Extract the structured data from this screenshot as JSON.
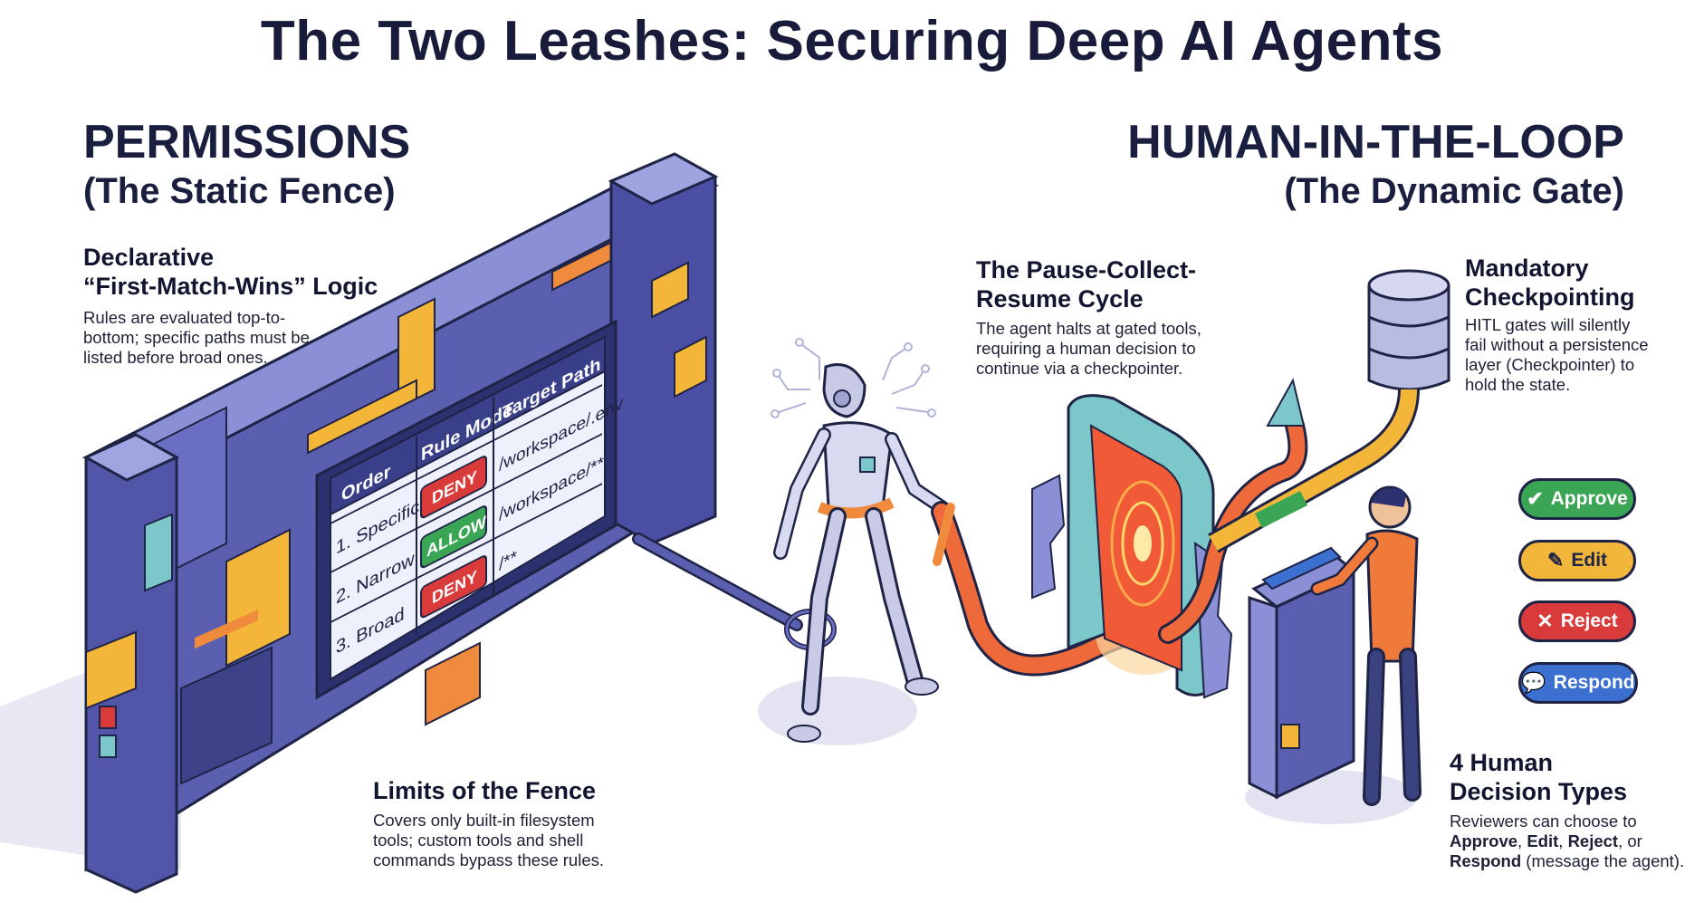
{
  "title": "The Two Leashes: Securing Deep AI Agents",
  "permissions": {
    "heading": "PERMISSIONS",
    "subheading": "(The Static Fence)",
    "declarative": {
      "title_line1": "Declarative",
      "title_line2": "“First-Match-Wins” Logic",
      "body": [
        "Rules are evaluated top-to-",
        "bottom; specific paths must be",
        "listed before broad ones."
      ]
    },
    "limits": {
      "title": "Limits of the Fence",
      "body": [
        "Covers only built-in filesystem",
        "tools; custom tools and shell",
        "commands bypass these rules."
      ]
    },
    "table": {
      "headers": [
        "Order",
        "Rule Mode",
        "Target Path"
      ],
      "rows": [
        {
          "order": "1. Specific",
          "mode": "DENY",
          "path": "/workspace/.env"
        },
        {
          "order": "2. Narrow",
          "mode": "ALLOW",
          "path": "/workspace/**"
        },
        {
          "order": "3. Broad",
          "mode": "DENY",
          "path": "/**"
        }
      ]
    }
  },
  "hitl": {
    "heading": "HUMAN-IN-THE-LOOP",
    "subheading": "(The Dynamic Gate)",
    "cycle": {
      "title_line1": "The Pause-Collect-",
      "title_line2": "Resume Cycle",
      "body": [
        "The agent halts at gated tools,",
        "requiring a human decision to",
        "continue via a checkpointer."
      ]
    },
    "checkpointing": {
      "title_line1": "Mandatory",
      "title_line2": "Checkpointing",
      "body": [
        "HITL gates will silently",
        "fail without a persistence",
        "layer (Checkpointer) to",
        "hold the state."
      ]
    },
    "decisions": {
      "title_line1": "4 Human",
      "title_line2": "Decision Types",
      "body_line1": "Reviewers can choose to",
      "approve": "Approve",
      "edit": "Edit",
      "reject": "Reject",
      "respond": "Respond",
      "sep_comma": ", ",
      "sep_or": ", or",
      "tail": " (message the agent)."
    },
    "buttons": [
      {
        "label": "Approve",
        "icon": "checkmark-icon",
        "color": "#3aa655"
      },
      {
        "label": "Edit",
        "icon": "pencil-icon",
        "color": "#f2b63a"
      },
      {
        "label": "Reject",
        "icon": "x-icon",
        "color": "#d93a3a"
      },
      {
        "label": "Respond",
        "icon": "speech-bubble-icon",
        "color": "#3b6fd0"
      }
    ]
  },
  "colors": {
    "navy": "#181c3a",
    "wall_purple": "#5a5fb0",
    "wall_dark": "#3d4289",
    "accent_orange": "#f08a3c",
    "accent_yellow": "#f4b638",
    "deny_red": "#d93a3a",
    "allow_green": "#3aa655",
    "portal_teal": "#7cc7c9"
  }
}
